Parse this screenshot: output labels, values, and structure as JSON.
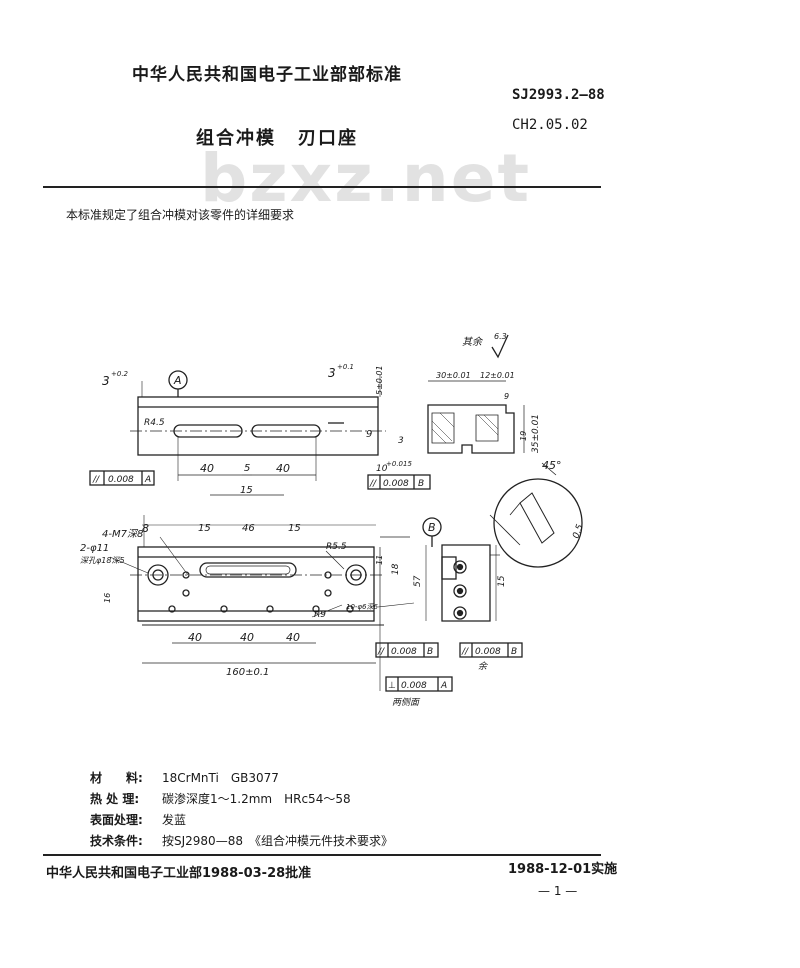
{
  "header": {
    "org": "中华人民共和国电子工业部部标准",
    "standard_no": "SJ2993.2—88",
    "class_code": "CH2.05.02",
    "title_part1": "组合冲模",
    "title_part2": "刃口座",
    "watermark": "bzxz.net"
  },
  "intro": "本标准规定了组合冲模对该零件的详细要求",
  "drawing": {
    "label_A": "A",
    "label_B": "B",
    "roughness": "其余",
    "roughness_val": "6.3",
    "dim_3_02_left": "3",
    "dim_3_02_left_tol": "+0.2",
    "dim_3_01": "3",
    "dim_3_01_tol": "+0.1",
    "dim_5": "5±0.01",
    "dim_r45": "R4.5",
    "dim_9": "9",
    "dim_40a": "40",
    "dim_5b": "5",
    "dim_40b": "40",
    "dim_15": "15",
    "tol_frame_1": [
      "//",
      "0.008",
      "A"
    ],
    "dim_10_tol": "10",
    "dim_10_sup": "+0.015",
    "tol_frame_2": [
      "//",
      "0.008",
      "B"
    ],
    "dim_3b": "3",
    "dim_30": "30±0.01",
    "dim_12": "12±0.01",
    "dim_35": "35±0.01",
    "dim_9b": "9",
    "dim_19": "19",
    "angle_45": "45°",
    "dim_05": "0.5",
    "note_4m7": "4-M7深8",
    "dim_8": "8",
    "dim_15b": "15",
    "dim_46": "46",
    "dim_15c": "15",
    "dim_r55": "R5.5",
    "note_2phi11": "2-φ11",
    "note_2phi11b": "深孔φ18深5",
    "dim_16": "16",
    "dim_18": "18",
    "dim_11": "11",
    "dim_57": "57",
    "dim_r9": "R9",
    "note_10": "10-φ6深6",
    "dim_40c": "40",
    "dim_40d": "40",
    "dim_40e": "40",
    "dim_160": "160±0.1",
    "tol_frame_3": [
      "//",
      "0.008",
      "B"
    ],
    "tol_frame_4": [
      "//",
      "0.008",
      "B"
    ],
    "tol_frame_5": [
      "⊥",
      "0.008",
      "A"
    ],
    "note_side": "两侧面",
    "note_sym": "余",
    "dim_15d": "15"
  },
  "specs": [
    {
      "label": "材　　料:",
      "value": "18CrMnTi　GB3077"
    },
    {
      "label": "热 处 理:",
      "value": "碳渗深度1～1.2mm　HRc54～58"
    },
    {
      "label": "表面处理:",
      "value": "发蓝"
    },
    {
      "label": "技术条件:",
      "value": "按SJ2980—88　《组合冲模元件技术要求》"
    }
  ],
  "footer": {
    "left": "中华人民共和国电子工业部1988-03-28批准",
    "right": "1988-12-01实施",
    "page": "— 1 —"
  }
}
